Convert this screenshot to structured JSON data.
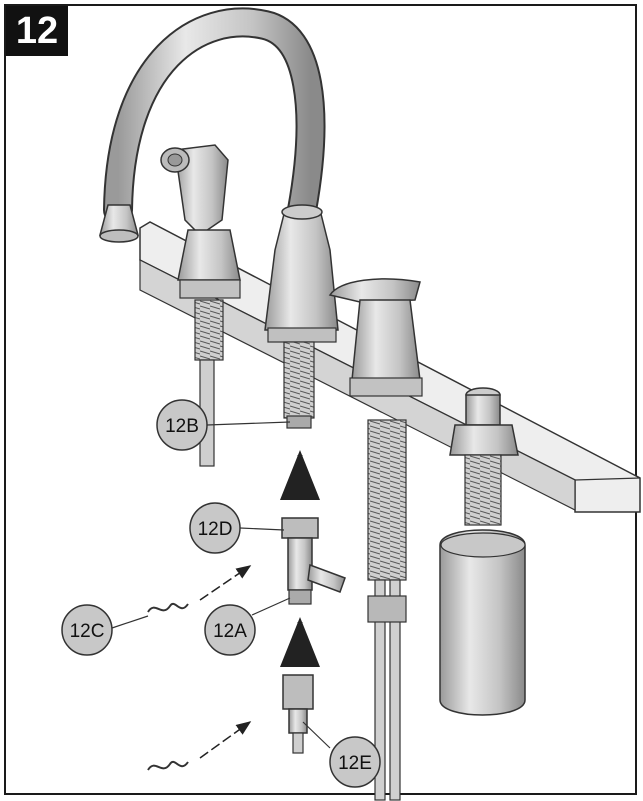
{
  "step": {
    "number": "12"
  },
  "callouts": {
    "c12B": "12B",
    "c12D": "12D",
    "c12C": "12C",
    "c12A": "12A",
    "c12E": "12E"
  },
  "colors": {
    "callout_fill": "#c8c8c8",
    "part_fill": "#d6d6d6",
    "outline": "#333333"
  }
}
